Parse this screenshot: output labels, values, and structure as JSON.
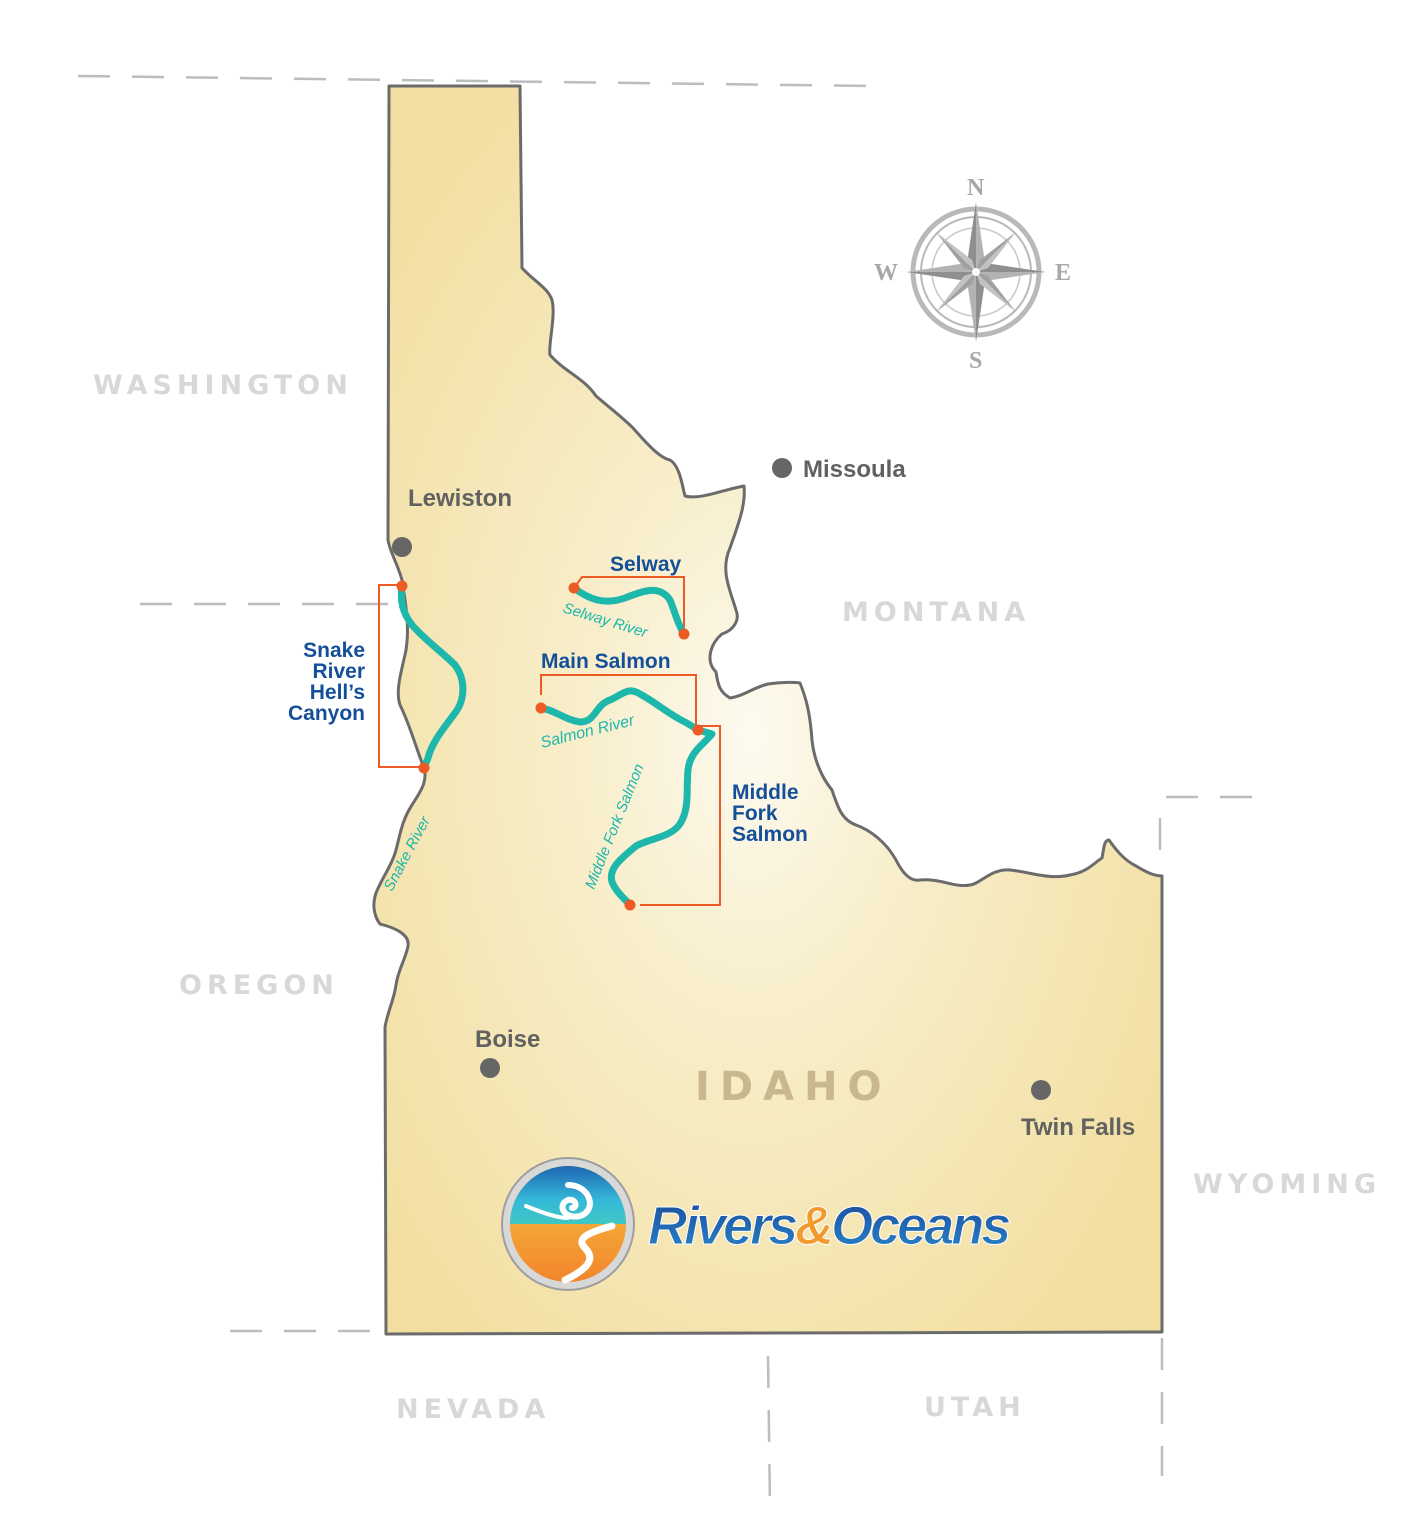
{
  "map": {
    "neighbor_states": {
      "washington": "WASHINGTON",
      "oregon": "OREGON",
      "montana": "MONTANA",
      "nevada": "NEVADA",
      "utah": "UTAH",
      "wyoming": "WYOMING"
    },
    "state_label": "IDAHO",
    "cities": {
      "lewiston": "Lewiston",
      "missoula": "Missoula",
      "boise": "Boise",
      "twin_falls": "Twin Falls"
    },
    "trips": {
      "selway": "Selway",
      "main_salmon": "Main Salmon",
      "middle_fork": [
        "Middle",
        "Fork",
        "Salmon"
      ],
      "snake": [
        "Snake",
        "River",
        "Hell’s",
        "Canyon"
      ]
    },
    "rivers": {
      "selway": "Selway River",
      "salmon": "Salmon River",
      "middle_fork": "Middle Fork Salmon",
      "snake": "Snake River"
    },
    "compass": {
      "n": "N",
      "s": "S",
      "e": "E",
      "w": "W"
    },
    "colors": {
      "state_fill": "#f3e2a6",
      "river": "#1db7ab",
      "put_in_marker": "#ee5a24",
      "trip_label": "#14509a",
      "city_dot": "#666666"
    }
  },
  "logo": {
    "word1": "Rivers",
    "amp": "&",
    "word2": "Oceans"
  }
}
